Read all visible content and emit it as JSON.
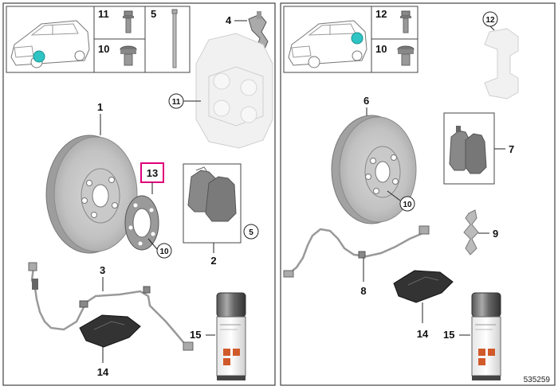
{
  "panels": {
    "front": {
      "header_parts": [
        "11",
        "10",
        "5",
        "4"
      ],
      "callouts": {
        "caliper": "11",
        "disc": "1",
        "gasket": "13",
        "gasket_screw": "10",
        "pads": "2",
        "pad_sub": "5",
        "sensor": "3",
        "cloth": "14",
        "spray": "15"
      }
    },
    "rear": {
      "header_parts": [
        "12",
        "10"
      ],
      "callouts": {
        "carrier": "12",
        "disc": "6",
        "disc_screw": "10",
        "pads": "7",
        "spring": "9",
        "sensor": "8",
        "cloth": "14",
        "spray": "15"
      }
    }
  },
  "catalog_number": "535259",
  "colors": {
    "highlight_frame": "#e0007a",
    "car_marker": "#2ec4c4",
    "panel_border": "#444444"
  }
}
